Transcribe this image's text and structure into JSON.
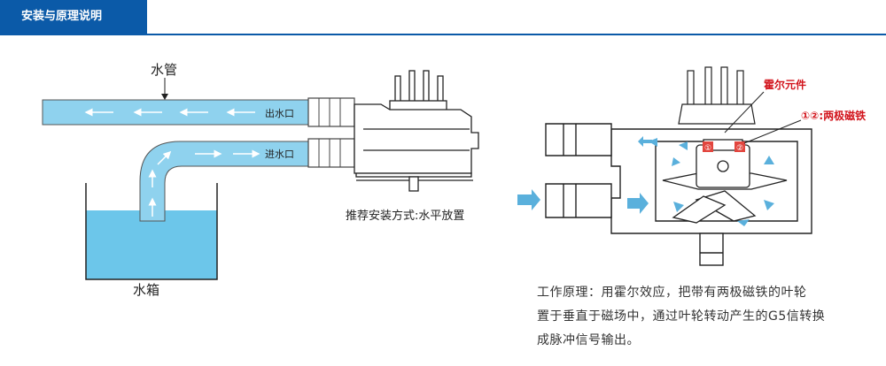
{
  "header": {
    "title": "安装与原理说明"
  },
  "left_diagram": {
    "pipe_label": "水管",
    "outlet_label": "出水口",
    "inlet_label": "进水口",
    "tank_label": "水箱",
    "install_note": "推荐安装方式:水平放置"
  },
  "right_diagram": {
    "hall_label": "霍尔元件",
    "magnet_label": "①②:两极磁铁",
    "magnet_marks": [
      "①",
      "②"
    ]
  },
  "principle": {
    "lines": [
      "工作原理：用霍尔效应，把带有两极磁铁的叶轮",
      "置于垂直于磁场中，通过叶轮转动产生的G5信转换",
      "成脉冲信号输出。"
    ]
  },
  "colors": {
    "accent": "#0b5aa8",
    "water": "#6cc6ea",
    "pipe": "#8fd2ee",
    "arrow": "#5ab0dc",
    "label_red": "#d2141c"
  }
}
